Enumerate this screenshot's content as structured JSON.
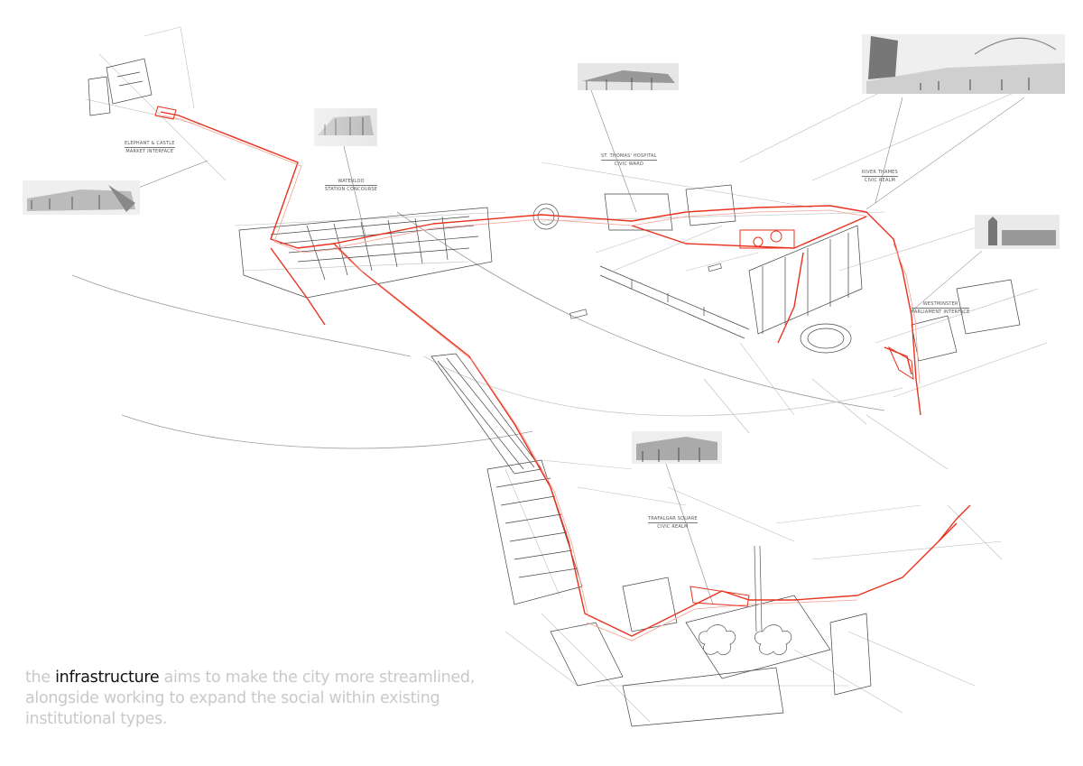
{
  "caption": {
    "line1_prefix": "the ",
    "highlight": "infrastructure",
    "line1_rest": " aims to make the city more streamlined,",
    "line2": "alongside working to expand the social within existing",
    "line3": "institutional types."
  },
  "labels": {
    "elephant": {
      "line1": "ELEPHANT & CASTLE",
      "line2": "MARKET INTERFACE"
    },
    "waterloo": {
      "line1": "WATERLOO",
      "line2": "STATION CONCOURSE"
    },
    "stthomas": {
      "line1": "ST. THOMAS' HOSPITAL",
      "line2": "CIVIC WARD"
    },
    "riverthames": {
      "line1": "RIVER THAMES",
      "line2": "CIVIC REALM"
    },
    "westminster": {
      "line1": "WESTMINSTER",
      "line2": "PARLIAMENT INTERFACE"
    },
    "trafalgar": {
      "line1": "TRAFALGAR SQUARE",
      "line2": "CIVIC REALM"
    }
  },
  "colors": {
    "route": "#e8321e",
    "route_light": "#f5a093",
    "linework": "#3a3a3a",
    "faint": "#b5b5b5",
    "caption_grey": "#c9c9c9",
    "caption_dark": "#111111"
  }
}
